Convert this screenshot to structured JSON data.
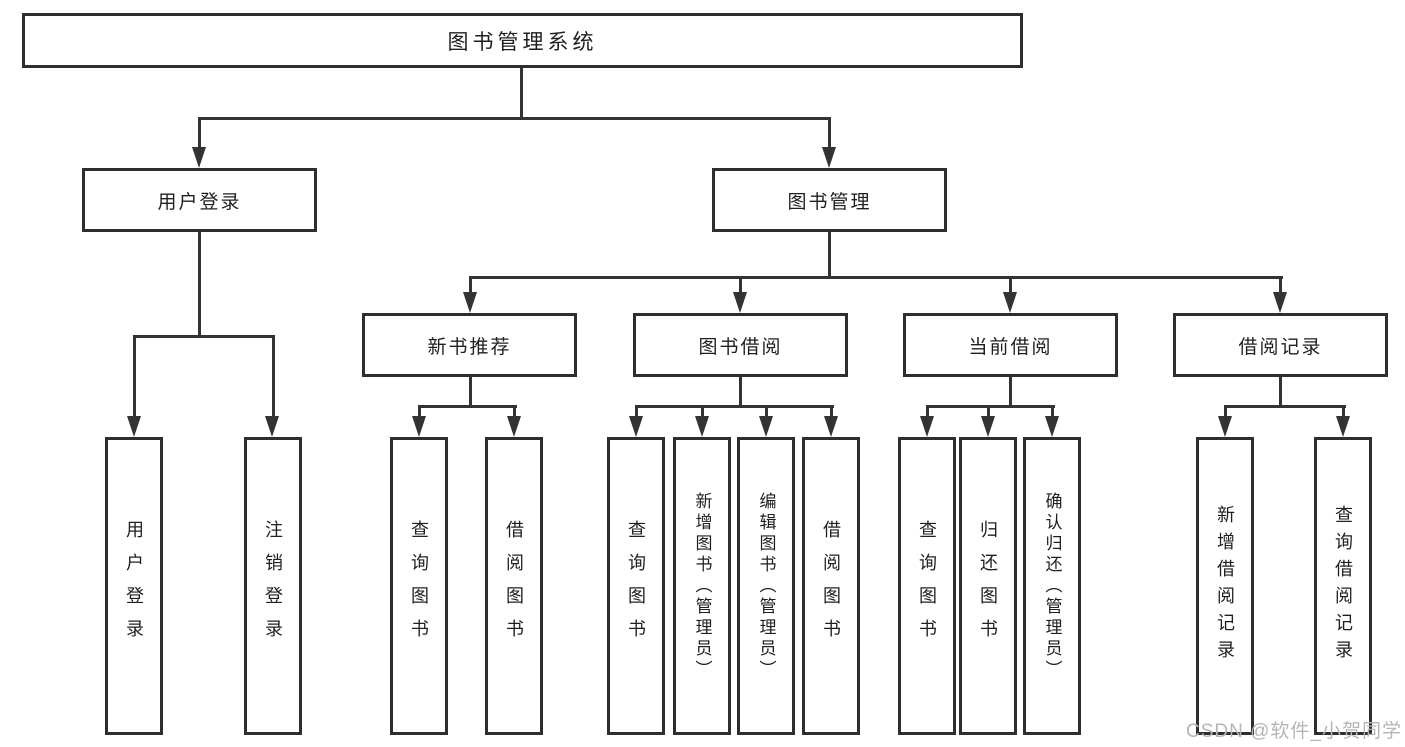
{
  "tree": {
    "root": {
      "label": "图书管理系统"
    },
    "children": [
      {
        "label": "用户登录",
        "children": [
          {
            "label": "用户登录"
          },
          {
            "label": "注销登录"
          }
        ]
      },
      {
        "label": "图书管理",
        "children": [
          {
            "label": "新书推荐",
            "children": [
              {
                "label": "查询图书"
              },
              {
                "label": "借阅图书"
              }
            ]
          },
          {
            "label": "图书借阅",
            "children": [
              {
                "label": "查询图书"
              },
              {
                "label": "新增图书（管理员）"
              },
              {
                "label": "编辑图书（管理员）"
              },
              {
                "label": "借阅图书"
              }
            ]
          },
          {
            "label": "当前借阅",
            "children": [
              {
                "label": "查询图书"
              },
              {
                "label": "归还图书"
              },
              {
                "label": "确认归还（管理员）"
              }
            ]
          },
          {
            "label": "借阅记录",
            "children": [
              {
                "label": "新增借阅记录"
              },
              {
                "label": "查询借阅记录"
              }
            ]
          }
        ]
      }
    ]
  },
  "watermark": {
    "text": "CSDN @软件_小贺同学"
  },
  "colors": {
    "line": "#333333",
    "box_border": "#2e2e2e",
    "text": "#1f1f1f",
    "watermark": "#b5b5b5",
    "background": "#ffffff"
  }
}
